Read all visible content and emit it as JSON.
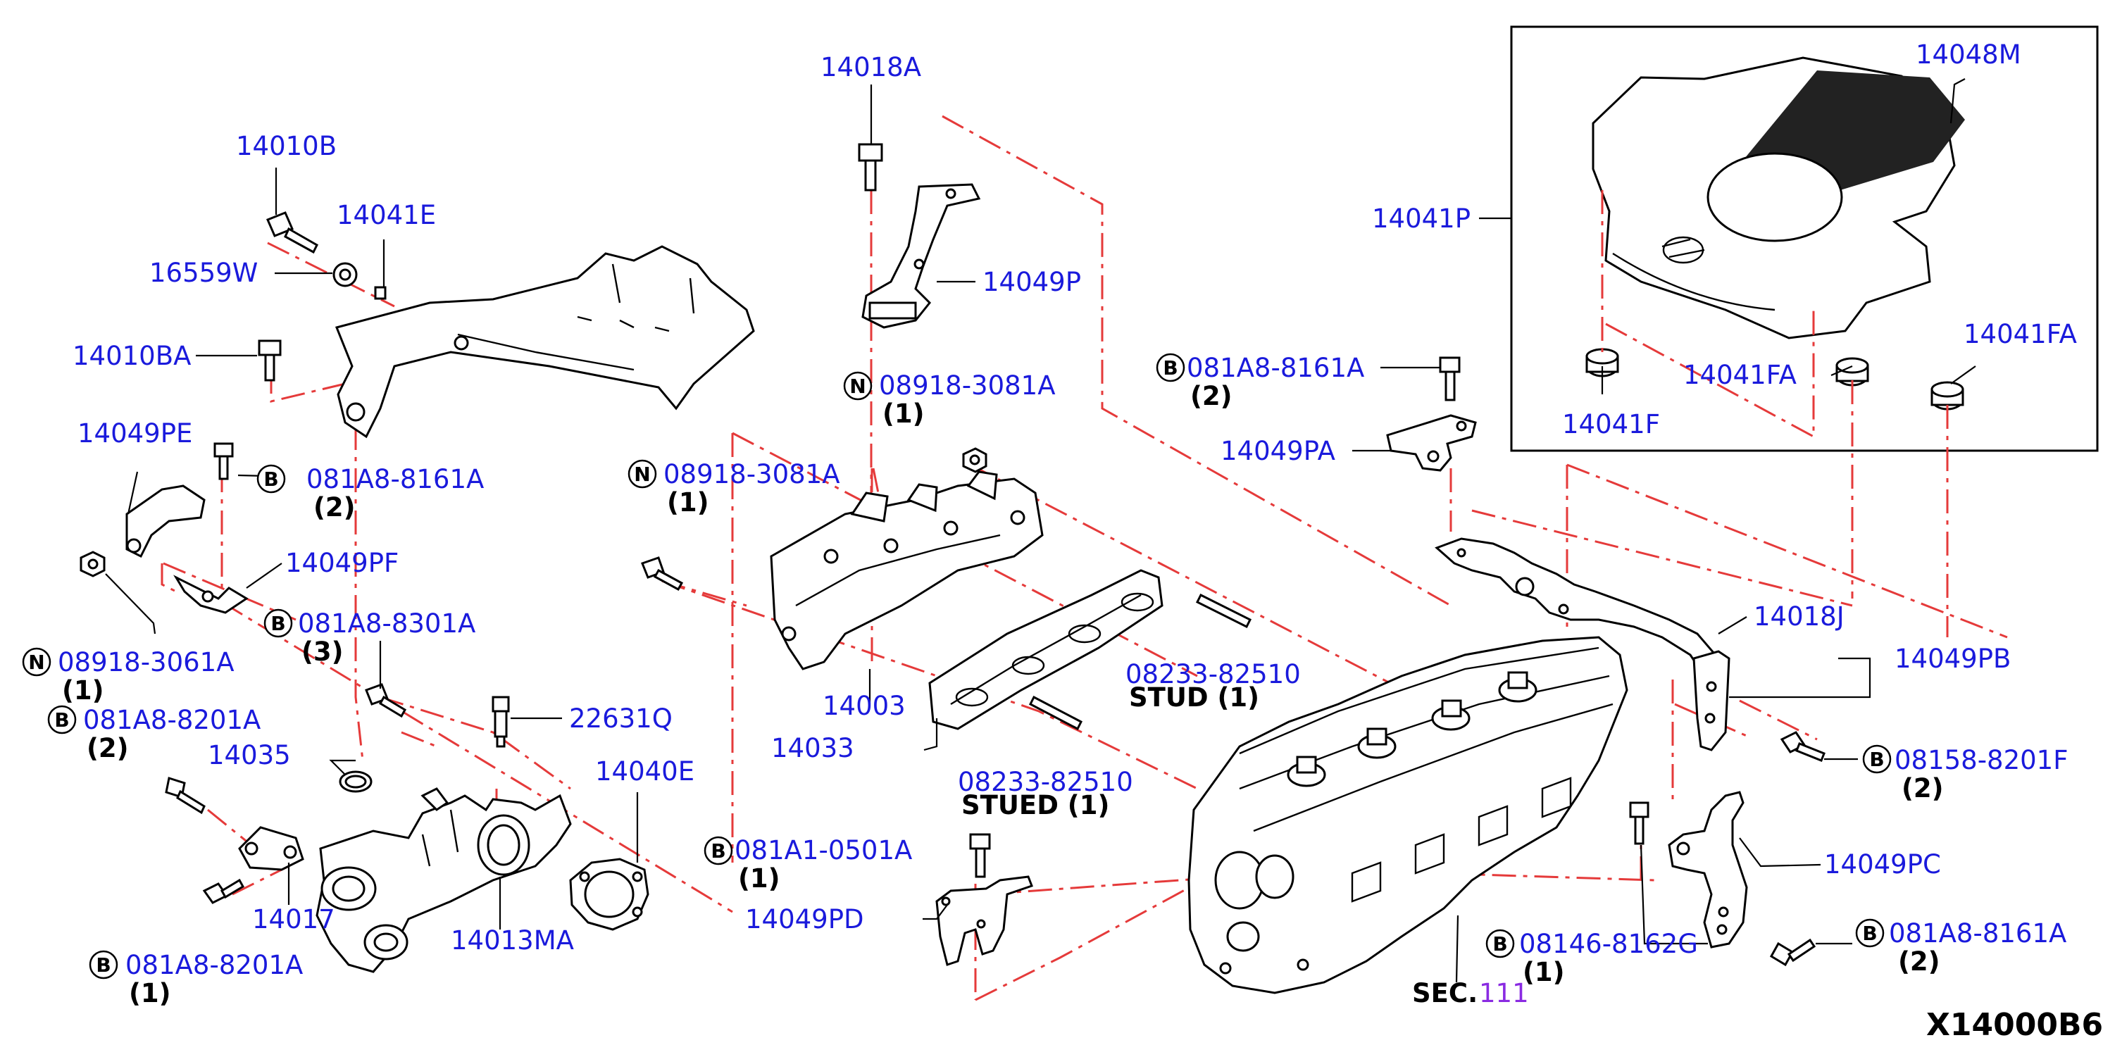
{
  "diagram_code": "X14000B6",
  "section_ref": {
    "prefix": "SEC.",
    "number": "111"
  },
  "labels": {
    "p14018A": "14018A",
    "p14010B": "14010B",
    "p14041E": "14041E",
    "p16559W": "16559W",
    "p14010BA": "14010BA",
    "p14049PE": "14049PE",
    "p081A8_8161A_left": "081A8-8161A",
    "q2_left_8161A": "(2)",
    "p14049PF": "14049PF",
    "p08918_3061A": "08918-3061A",
    "q1_3061A": "(1)",
    "p081A8_8301A": "081A8-8301A",
    "q3_8301A": "(3)",
    "p081A8_8201A_top": "081A8-8201A",
    "q2_8201A": "(2)",
    "p14035": "14035",
    "p22631Q": "22631Q",
    "p14040E": "14040E",
    "p14017": "14017",
    "p14013MA": "14013MA",
    "p081A8_8201A_bot": "081A8-8201A",
    "q1_8201A_bot": "(1)",
    "p14049P": "14049P",
    "p08918_3081A_top": "08918-3081A",
    "q1_3081A_top": "(1)",
    "p08918_3081A_mid": "08918-3081A",
    "q1_3081A_mid": "(1)",
    "p14003": "14003",
    "p14033": "14033",
    "p08233_82510_a": "08233-82510",
    "stud_a": "STUD (1)",
    "p08233_82510_b": "08233-82510",
    "stued_b": "STUED (1)",
    "p081A1_0501A": "081A1-0501A",
    "q1_0501A": "(1)",
    "p14049PD": "14049PD",
    "p081A8_8161A_mid": "081A8-8161A",
    "q2_8161A_mid": "(2)",
    "p14049PA": "14049PA",
    "p14041P": "14041P",
    "p14048M": "14048M",
    "p14041F": "14041F",
    "p14041FA_a": "14041FA",
    "p14041FA_b": "14041FA",
    "p14018J": "14018J",
    "p14049PB": "14049PB",
    "p08158_8201F": "08158-8201F",
    "q2_8201F": "(2)",
    "p14049PC": "14049PC",
    "p081A8_8161A_right": "081A8-8161A",
    "q2_8161A_right": "(2)",
    "p08146_8162G": "08146-8162G",
    "q1_8162G": "(1)"
  },
  "markers": {
    "bolt": "B",
    "nut": "N"
  },
  "colors": {
    "label": "#1a1adc",
    "centerline": "#e53a3a",
    "section": "#8a2be2",
    "outline": "#000000"
  },
  "icons": [
    "bolt-icon",
    "nut-icon",
    "washer-icon",
    "stud-icon"
  ]
}
